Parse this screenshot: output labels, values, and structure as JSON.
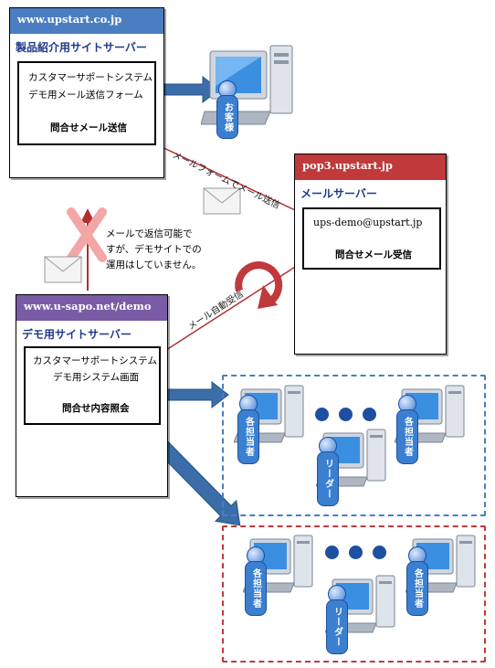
{
  "server_upstart": {
    "domain": "www.upstart.co.jp",
    "name": "製品紹介用サイトサーバー",
    "items": [
      "カスタマーサポートシステム",
      "デモ用メール送信フォーム"
    ],
    "action": "問合せメール送信",
    "header_color": "#4a7ec0"
  },
  "server_pop3": {
    "domain": "pop3.upstart.jp",
    "name": "メールサーバー",
    "address": "ups-demo@upstart.jp",
    "action": "問合せメール受信",
    "header_color": "#c0393b"
  },
  "server_demo": {
    "domain": "www.u-sapo.net/demo",
    "name": "デモ用サイトサーバー",
    "items": [
      "カスタマーサポートシステム",
      "デモ用システム画面"
    ],
    "action": "問合せ内容照会",
    "header_color": "#7a5ca6"
  },
  "labels": {
    "mail_form": "メールフォームでメール送信",
    "auto_receive": "メール自動受信",
    "note_lines": [
      "メールで返信可能で",
      "すが、デモサイトでの",
      "運用はしていません。"
    ]
  },
  "customer_tag": "お客様",
  "team_blue": {
    "border_color": "#4a7ec0",
    "member_left": "各担当者",
    "member_right": "各担当者",
    "leader": "リーダー"
  },
  "team_red": {
    "border_color": "#c0393b",
    "member_left": "各担当者",
    "member_right": "各担当者",
    "leader": "リーダー"
  }
}
